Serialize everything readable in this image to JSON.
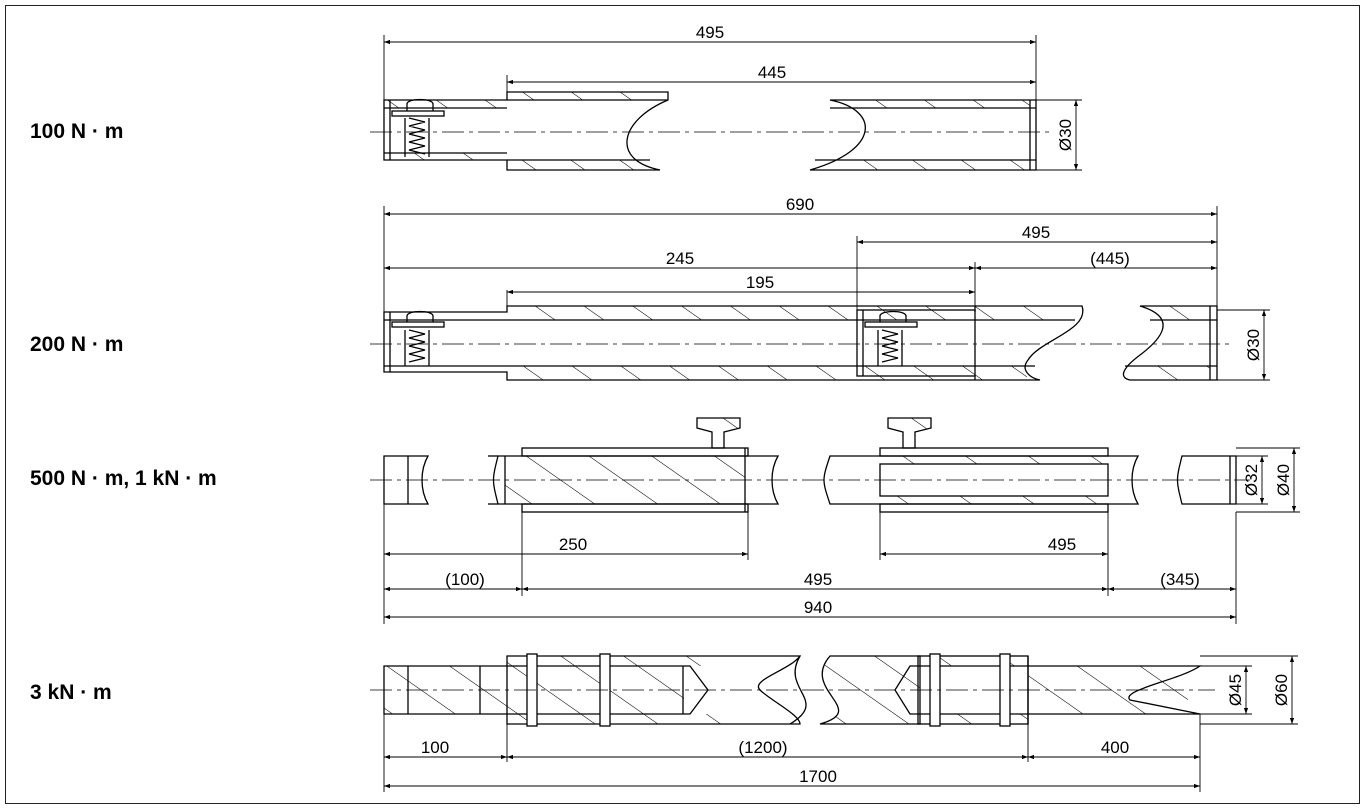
{
  "rows": [
    {
      "label": "100 N · m",
      "dims": {
        "overall": "495",
        "tube": "445",
        "diameter": "Ø30"
      }
    },
    {
      "label": "200 N · m",
      "dims": {
        "overall": "690",
        "second": "495",
        "first": "245",
        "inner": "195",
        "ref": "(445)",
        "diameter": "Ø30"
      }
    },
    {
      "label": "500 N · m, 1 kN · m",
      "dims": {
        "insert": "250",
        "sleeve": "495",
        "left": "(100)",
        "middle": "495",
        "right": "(345)",
        "overall": "940",
        "d_inner": "Ø32",
        "d_outer": "Ø40"
      }
    },
    {
      "label": "3 kN · m",
      "dims": {
        "left": "100",
        "middle": "(1200)",
        "right": "400",
        "overall": "1700",
        "d_inner": "Ø45",
        "d_outer": "Ø60"
      }
    }
  ]
}
